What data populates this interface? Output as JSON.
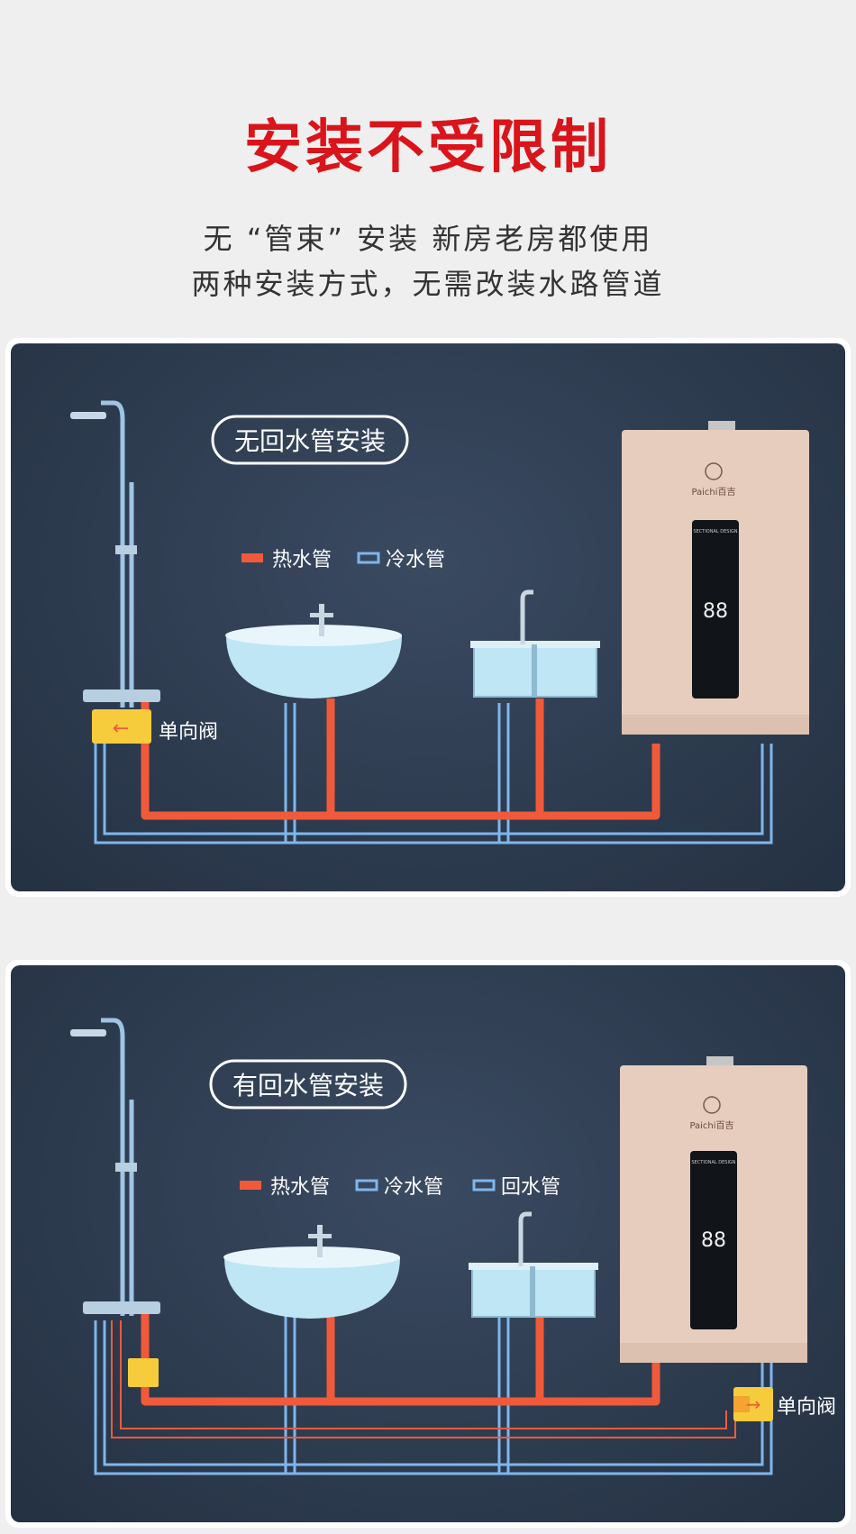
{
  "header": {
    "title": "安装不受限制",
    "subtitle_line1": "无 “管束” 安装  新房老房都使用",
    "subtitle_line2": "两种安装方式，无需改装水路管道"
  },
  "panel1": {
    "badge": "无回水管安装",
    "legend": {
      "hot": "热水管",
      "cold": "冷水管"
    },
    "valve_label": "单向阀"
  },
  "panel2": {
    "badge": "有回水管安装",
    "legend": {
      "hot": "热水管",
      "cold": "冷水管",
      "return": "回水管"
    },
    "valve_label": "单向阀"
  },
  "heater": {
    "brand": "Paichi百吉",
    "panel_header": "SECTIONAL DESIGN",
    "display": "88"
  },
  "colors": {
    "title_red": "#d9141b",
    "hot_pipe": "#f05a3a",
    "cold_pipe": "#7fb6ec",
    "valve_yellow": "#f7cc3c",
    "wall": "#2f3d52"
  }
}
